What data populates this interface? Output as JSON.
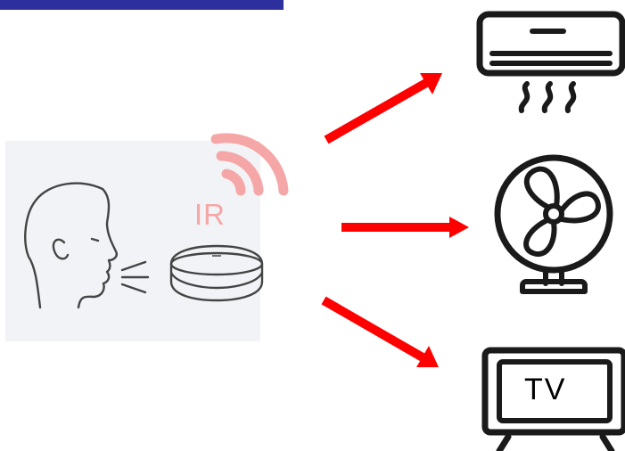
{
  "diagram": {
    "ir_label": "IR",
    "tv_label": "TV",
    "devices": [
      "air-conditioner",
      "fan",
      "television"
    ],
    "colors": {
      "arrow": "#ff0000",
      "ir_signal": "#f5a7a7",
      "panel": "#f2f3f6",
      "top_bar": "#2d2f9e",
      "line": "#1a1a1a"
    }
  }
}
